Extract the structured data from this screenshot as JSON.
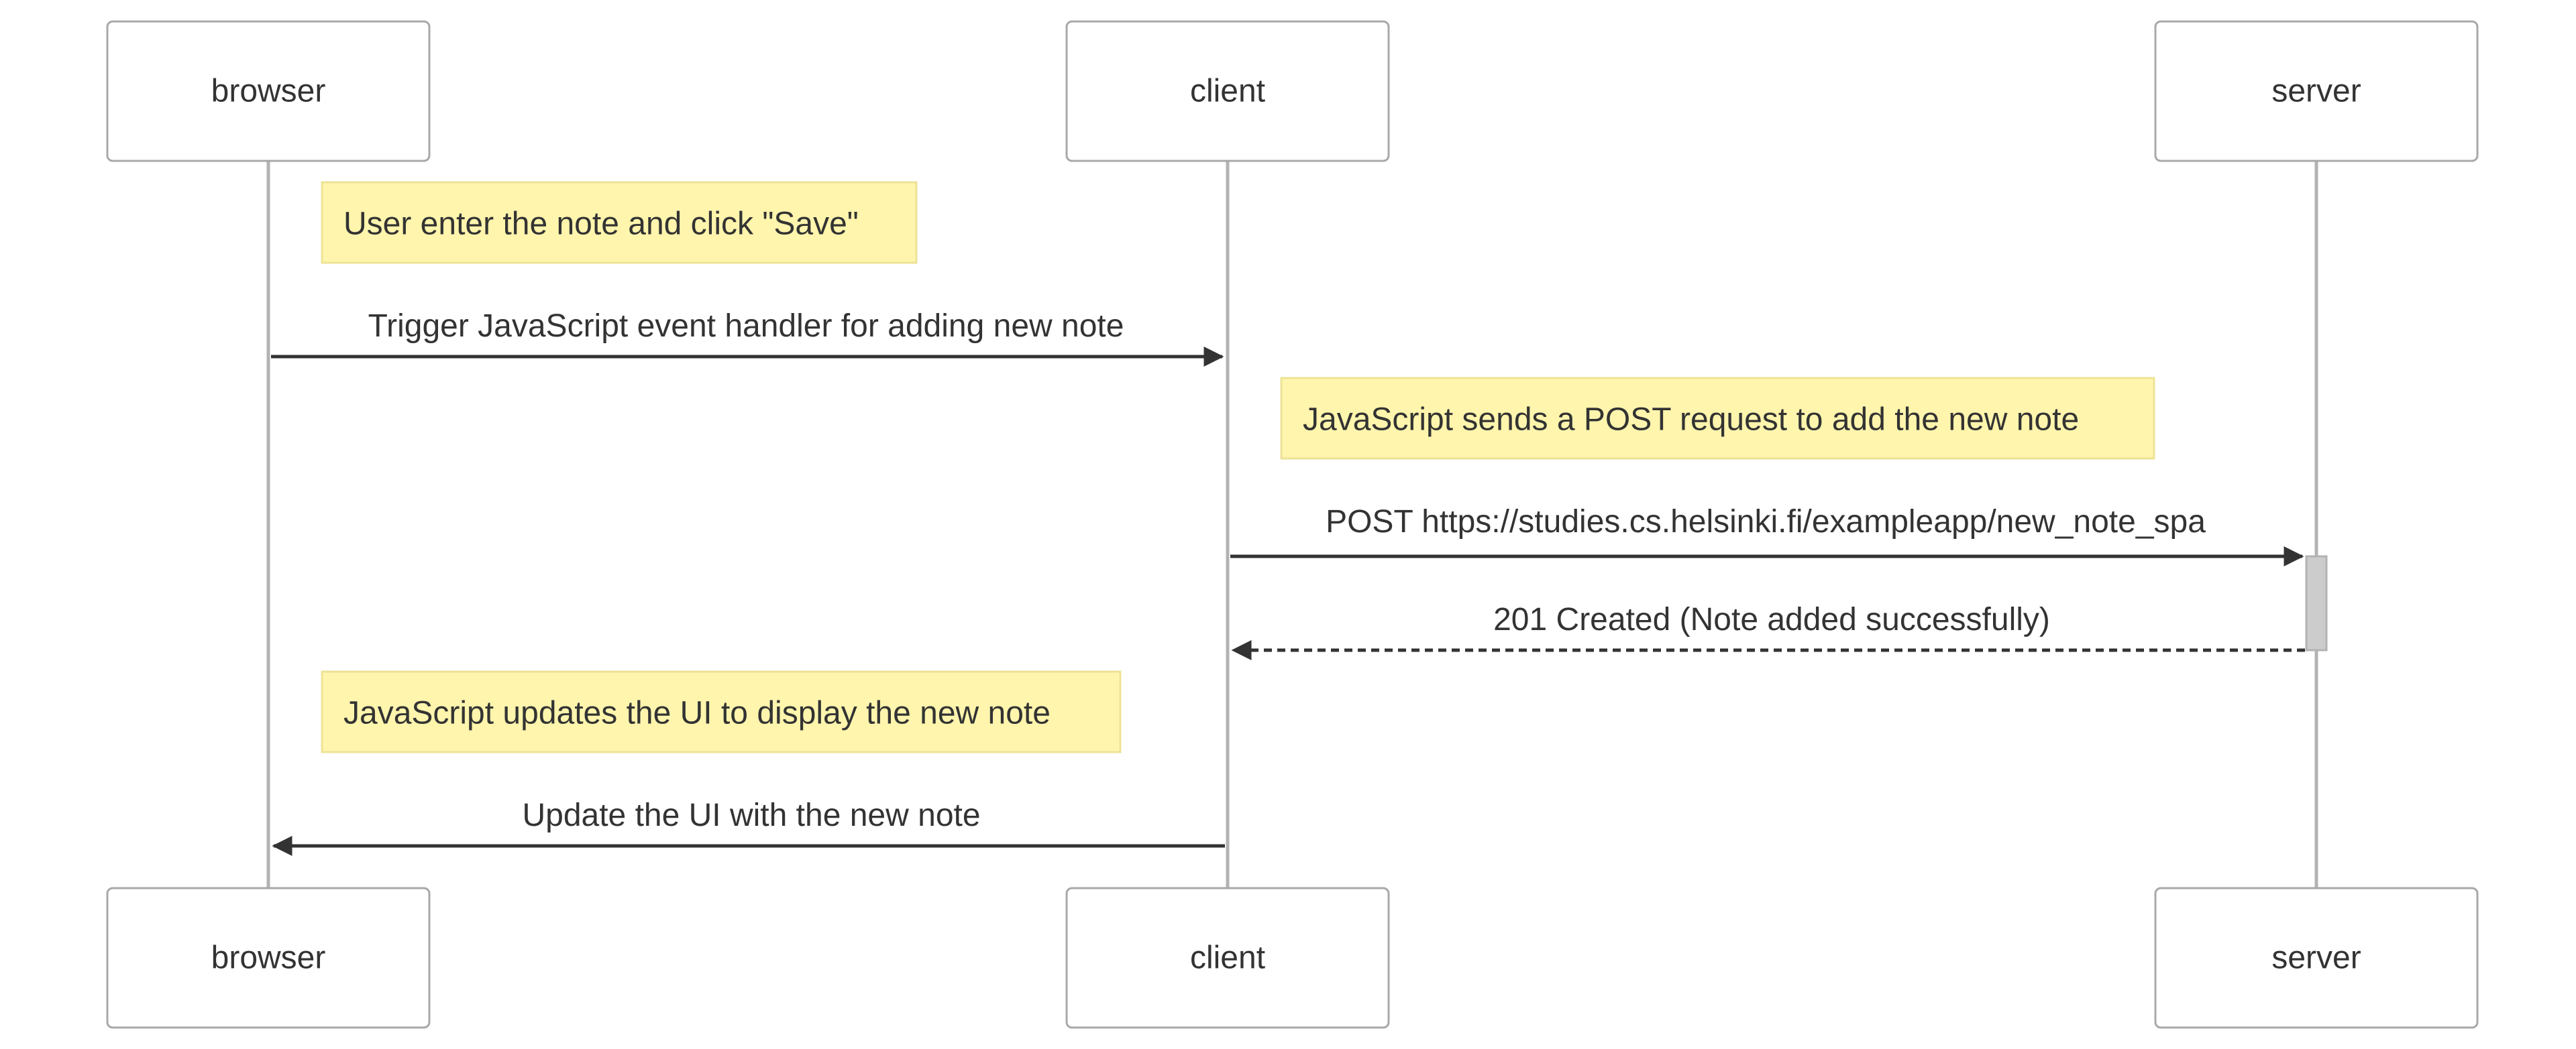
{
  "participants": {
    "browser": "browser",
    "client": "client",
    "server": "server"
  },
  "notes": {
    "user_enter": "User enter the note and click \"Save\"",
    "js_post": "JavaScript sends a POST request to add the new note",
    "js_update": "JavaScript updates the UI to display the new note"
  },
  "messages": {
    "trigger_handler": "Trigger JavaScript event handler for adding new note",
    "post_request": "POST https://studies.cs.helsinki.fi/exampleapp/new_note_spa",
    "created_response": "201 Created (Note added successfully)",
    "update_ui": "Update the UI with the new note"
  },
  "colors": {
    "note_fill": "#fff5ad",
    "note_border": "#ede397",
    "line": "#333333",
    "lifeline": "#b3b3b3",
    "activation": "#cccccc"
  }
}
